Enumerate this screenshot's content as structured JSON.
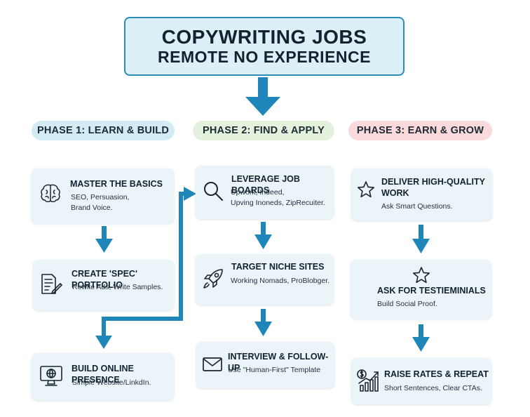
{
  "title": {
    "line1": "COPYWRITING JOBS",
    "line2": "REMOTE NO EXPERIENCE"
  },
  "phases": [
    {
      "label": "PHASE 1: LEARN & BUILD",
      "color": "#d3ecf4"
    },
    {
      "label": "PHASE 2: FIND & APPLY",
      "color": "#e3f1dd"
    },
    {
      "label": "PHASE 3: EARN & GROW",
      "color": "#fadada"
    }
  ],
  "cards": {
    "master_basics": {
      "title": "MASTER THE BASICS",
      "line1": "SEO, Persuasion,",
      "line2": "Brand Voice.",
      "icon": "brain-icon"
    },
    "spec_portfolio": {
      "title": "CREATE 'SPEC' PORTFOLIO",
      "line1": "Rewite Ads, Write Samples.",
      "icon": "document-pen-icon"
    },
    "online_presence": {
      "title": "BUILD ONLINE PRESENCE",
      "line1": "Simple Website/LinkdIn.",
      "icon": "monitor-globe-icon"
    },
    "job_boards": {
      "title": "LEVERAGE JOB BOARDS",
      "line1": "Upwork, Indeed,",
      "line2": "Upving Inoneds, ZipRecuiter.",
      "icon": "search-icon"
    },
    "niche_sites": {
      "title": "TARGET NICHE SITES",
      "line1": "Working Nomads, ProBlobger.",
      "icon": "rocket-icon"
    },
    "interview": {
      "title": "INTERVIEW & FOLLOW-UP",
      "line1": "Use \"Human-First\" Template",
      "icon": "envelope-icon"
    },
    "deliver": {
      "title": "DELIVER HIGH-QUALITY",
      "title2": "WORK",
      "line1": "Ask Smart Questions.",
      "icon": "star-icon"
    },
    "testimonials": {
      "title": "ASK FOR TESTIEMINIALS",
      "line1": "Build Social Proof.",
      "icon": "star-icon"
    },
    "raise_rates": {
      "title": "RAISE RATES & REPEAT",
      "line1": "Short Sentences, Clear CTAs.",
      "icon": "growth-chart-icon"
    }
  },
  "colors": {
    "arrow": "#1f86b9",
    "card_bg": "#eaf4f9",
    "title_border": "#2b8cba"
  }
}
